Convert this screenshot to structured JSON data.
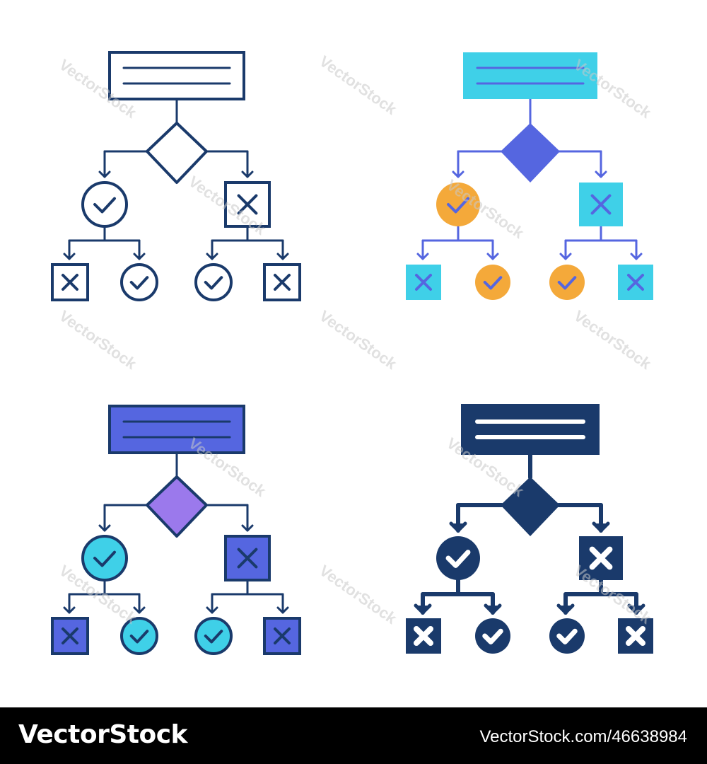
{
  "watermark": "VectorStock",
  "footer": {
    "brand": "VectorStock",
    "image_id": "VectorStock.com/46638984"
  },
  "icons": [
    {
      "style": "outline",
      "colors": {
        "line": "#1a3a6b"
      }
    },
    {
      "style": "color-outline",
      "colors": {
        "line": "#5566e0",
        "header": "#3fd0e8",
        "diamond": "#5566e0",
        "check_circle": "#f4a93a",
        "x_box": "#3fd0e8"
      }
    },
    {
      "style": "filled-outline",
      "colors": {
        "line": "#1a3a6b",
        "header": "#5566e0",
        "diamond": "#9b79ec",
        "check_circle": "#3fd0e8",
        "x_box": "#5566e0"
      }
    },
    {
      "style": "solid",
      "colors": {
        "line": "#1a3a6b",
        "header": "#1a3a6b",
        "diamond": "#1a3a6b",
        "check_circle": "#1a3a6b",
        "x_box": "#1a3a6b"
      }
    }
  ]
}
